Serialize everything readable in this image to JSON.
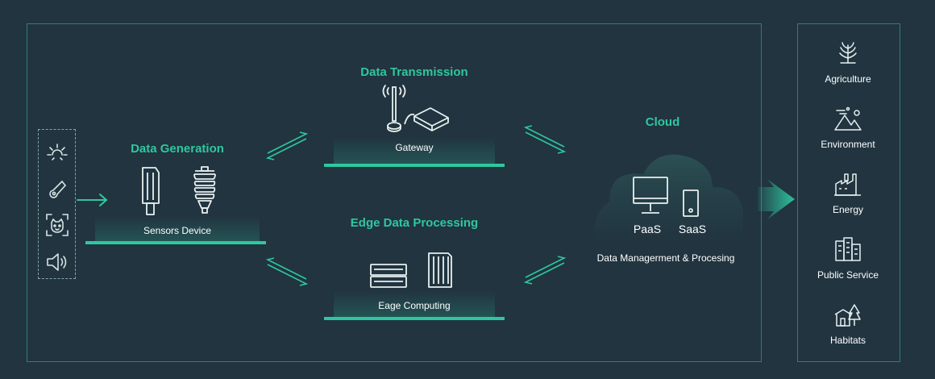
{
  "diagram": {
    "data_generation": {
      "title": "Data Generation",
      "label": "Sensors Device"
    },
    "data_transmission": {
      "title": "Data Transmission",
      "label": "Gateway"
    },
    "edge_processing": {
      "title": "Edge Data Processing",
      "label": "Eage Computing"
    },
    "cloud": {
      "title": "Cloud",
      "paas": "PaaS",
      "saas": "SaaS",
      "caption": "Data Managerment & Procesing"
    },
    "sensor_icons": [
      "sun-icon",
      "thermometer-icon",
      "face-scan-icon",
      "speaker-icon"
    ]
  },
  "applications": [
    {
      "label": "Agriculture",
      "icon": "plant-icon"
    },
    {
      "label": "Environment",
      "icon": "mountain-icon"
    },
    {
      "label": "Energy",
      "icon": "factory-icon"
    },
    {
      "label": "Public Service",
      "icon": "buildings-icon"
    },
    {
      "label": "Habitats",
      "icon": "house-tree-icon"
    }
  ],
  "colors": {
    "background": "#213440",
    "accent": "#2fc79f",
    "border": "#2f7f73",
    "text": "#ffffff"
  }
}
